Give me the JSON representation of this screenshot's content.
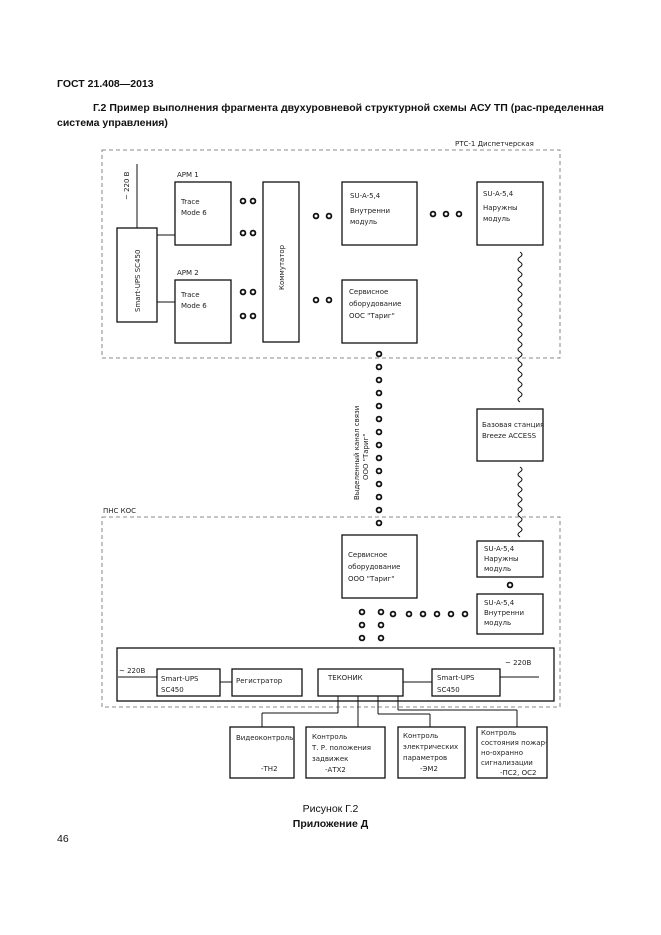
{
  "header": {
    "standard": "ГОСТ 21.408—2013"
  },
  "section": {
    "title": "Г.2 Пример выполнения фрагмента двухуровневой структурной схемы АСУ ТП (рас-пределенная система управления)"
  },
  "dispatch": {
    "zone_label": "РТС-1 Диспетчерская",
    "power": "~ 220 В",
    "ups": "Smart-UPS SC450",
    "arm1": {
      "label": "АРМ 1",
      "line1": "Trace",
      "line2": "Mode 6"
    },
    "arm2": {
      "label": "АРМ 2",
      "line1": "Trace",
      "line2": "Mode 6"
    },
    "switch": "Коммутатор",
    "indoor": {
      "line1": "SU-A-5,4",
      "line2": "Внутренни",
      "line3": "модуль"
    },
    "outdoor": {
      "line1": "SU-A-5,4",
      "line2": "Наружны",
      "line3": "модуль"
    },
    "service": {
      "line1": "Сервисное",
      "line2": "оборудование",
      "line3": "ООС \"Тариг\""
    }
  },
  "link": {
    "channel_line1": "Выделенный канал связи",
    "channel_line2": "ООО \"Тариг\"",
    "base_line1": "Базовая станция",
    "base_line2": "Breeze ACCESS"
  },
  "station": {
    "zone_label": "ПНС КОС",
    "service": {
      "line1": "Сервисное",
      "line2": "оборудование",
      "line3": "ООО \"Тариг\""
    },
    "outdoor": {
      "line1": "SU-A-5,4",
      "line2": "Наружны",
      "line3": "модуль"
    },
    "indoor": {
      "line1": "SU-A-5,4",
      "line2": "Внутренни",
      "line3": "модуль"
    },
    "power_left": "~ 220В",
    "power_right": "~ 220В",
    "ups_left": {
      "line1": "Smart-UPS",
      "line2": "SC450"
    },
    "ups_right": {
      "line1": "Smart-UPS",
      "line2": "SC450"
    },
    "recorder": "Регистратор",
    "tekonik": "ТЕКОНИК",
    "video": {
      "line1": "Видеоконтроль",
      "line2": "-ТН2"
    },
    "valve": {
      "line1": "Контроль",
      "line2": "Т. Р. положения",
      "line3": "задвижек",
      "line4": "-АТХ2"
    },
    "electric": {
      "line1": "Контроль",
      "line2": "электрических",
      "line3": "параметров",
      "line4": "-ЭМ2"
    },
    "alarm": {
      "line1": "Контроль",
      "line2": "состояния пожар-",
      "line3": "но-охранно",
      "line4": "сигнализации",
      "line5": "-ПС2, ОС2"
    }
  },
  "footer": {
    "figure": "Рисунок Г.2",
    "appendix": "Приложение Д",
    "page": "46"
  }
}
